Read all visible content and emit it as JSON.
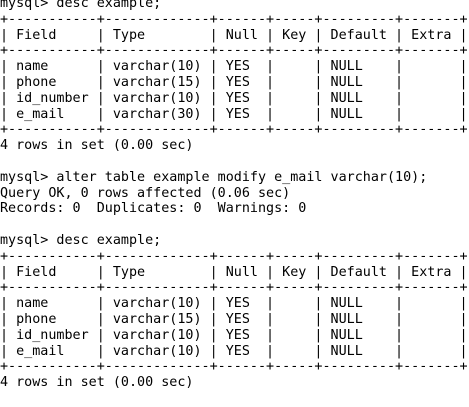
{
  "terminal": {
    "lines": [
      "mysql> desc example;",
      "+-----------+-------------+------+-----+---------+-------+",
      "| Field     | Type        | Null | Key | Default | Extra |",
      "+-----------+-------------+------+-----+---------+-------+",
      "| name      | varchar(10) | YES  |     | NULL    |       |",
      "| phone     | varchar(15) | YES  |     | NULL    |       |",
      "| id_number | varchar(10) | YES  |     | NULL    |       |",
      "| e_mail    | varchar(30) | YES  |     | NULL    |       |",
      "+-----------+-------------+------+-----+---------+-------+",
      "4 rows in set (0.00 sec)",
      "",
      "mysql> alter table example modify e_mail varchar(10);",
      "Query OK, 0 rows affected (0.06 sec)",
      "Records: 0  Duplicates: 0  Warnings: 0",
      "",
      "mysql> desc example;",
      "+-----------+-------------+------+-----+---------+-------+",
      "| Field     | Type        | Null | Key | Default | Extra |",
      "+-----------+-------------+------+-----+---------+-------+",
      "| name      | varchar(10) | YES  |     | NULL    |       |",
      "| phone     | varchar(15) | YES  |     | NULL    |       |",
      "| id_number | varchar(10) | YES  |     | NULL    |       |",
      "| e_mail    | varchar(10) | YES  |     | NULL    |       |",
      "+-----------+-------------+------+-----+---------+-------+",
      "4 rows in set (0.00 sec)"
    ]
  }
}
